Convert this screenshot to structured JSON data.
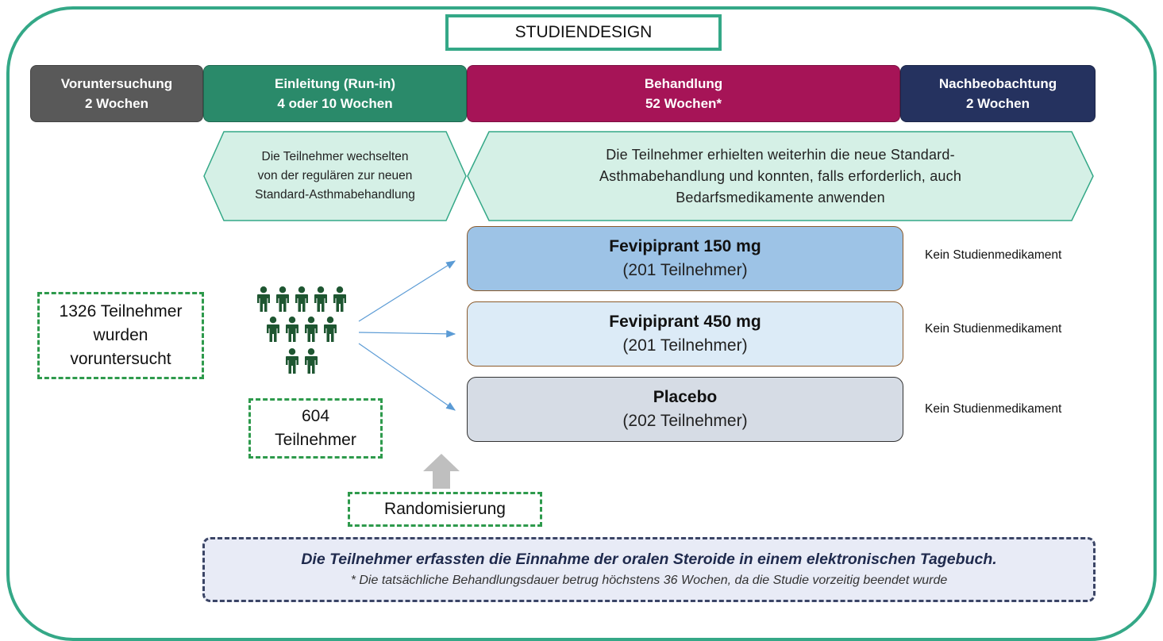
{
  "title": "STUDIENDESIGN",
  "phases": [
    {
      "name": "Voruntersuchung",
      "duration": "2 Wochen",
      "color": "#595959"
    },
    {
      "name": "Einleitung (Run-in)",
      "duration": "4 oder 10 Wochen",
      "color": "#2a8a6a"
    },
    {
      "name": "Behandlung",
      "duration": "52 Wochen*",
      "color": "#a61457"
    },
    {
      "name": "Nachbeobachtung",
      "duration": "2 Wochen",
      "color": "#25325f"
    }
  ],
  "runin_note": {
    "lines": [
      "Die Teilnehmer wechselten",
      "von der regulären zur neuen",
      "Standard-Asthmabehandlung"
    ]
  },
  "treatment_note": {
    "lines": [
      "Die Teilnehmer erhielten weiterhin die neue Standard-",
      "Asthmabehandlung und konnten, falls erforderlich, auch",
      "Bedarfsmedikamente anwenden"
    ]
  },
  "screened": {
    "lines": [
      "1326 Teilnehmer",
      "wurden",
      "voruntersucht"
    ]
  },
  "enrolled": {
    "lines": [
      "604",
      "Teilnehmer"
    ]
  },
  "people_icon": "people-group-icon",
  "randomization": "Randomisierung",
  "arms": [
    {
      "title": "Fevipiprant 150 mg",
      "participants": "(201 Teilnehmer)",
      "color": "#9dc3e6",
      "followup": "Kein Studienmedikament"
    },
    {
      "title": "Fevipiprant 450 mg",
      "participants": "(201 Teilnehmer)",
      "color": "#dcebf7",
      "followup": "Kein Studienmedikament"
    },
    {
      "title": "Placebo",
      "participants": "(202 Teilnehmer)",
      "color": "#d6dce5",
      "followup": "Kein Studienmedikament"
    }
  ],
  "footnote": {
    "main": "Die Teilnehmer erfassten die Einnahme der oralen Steroide in einem elektronischen Tagebuch.",
    "sub": "* Die tatsächliche Behandlungsdauer betrug höchstens 36 Wochen, da die Studie vorzeitig beendet wurde"
  },
  "colors": {
    "frame": "#34a887",
    "dashed": "#2e9a4c",
    "arrow": "#5b9bd5",
    "hex_fill": "#d5f0e6"
  }
}
